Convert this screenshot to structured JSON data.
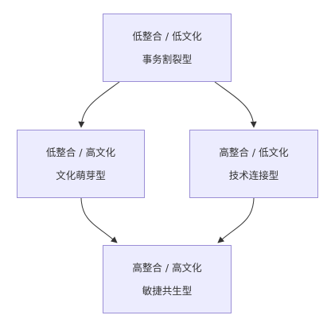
{
  "nodes": {
    "top": {
      "line1": "低整合 / 低文化",
      "line2": "事务割裂型"
    },
    "left": {
      "line1": "低整合 / 高文化",
      "line2": "文化萌芽型"
    },
    "right": {
      "line1": "高整合 / 低文化",
      "line2": "技术连接型"
    },
    "bottom": {
      "line1": "高整合 / 高文化",
      "line2": "敏捷共生型"
    }
  },
  "edges": [
    {
      "from": "top",
      "to": "left"
    },
    {
      "from": "top",
      "to": "right"
    },
    {
      "from": "left",
      "to": "bottom"
    },
    {
      "from": "right",
      "to": "bottom"
    }
  ],
  "colors": {
    "node_fill": "#ececfe",
    "node_border": "#9b8fd6",
    "edge": "#333333",
    "text": "#333333"
  }
}
